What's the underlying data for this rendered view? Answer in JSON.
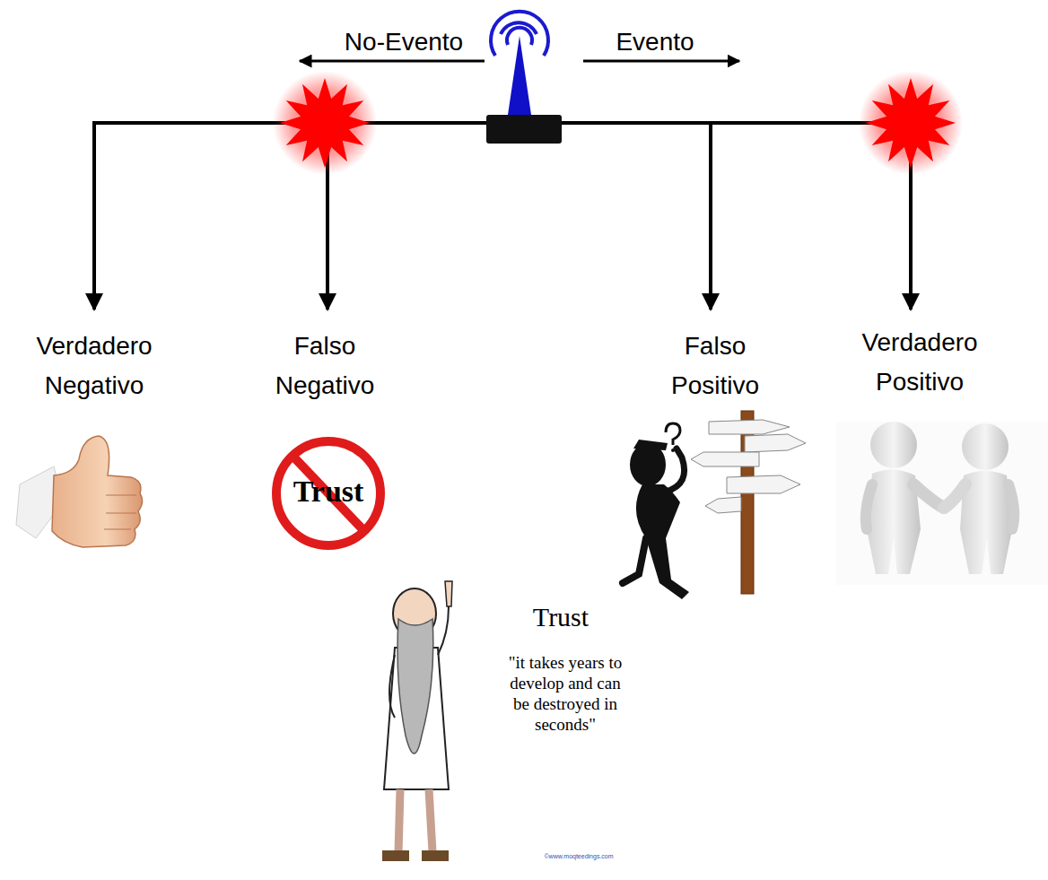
{
  "diagram": {
    "labels": [
      "No-Evento",
      "Evento",
      "Verdadero Negativo",
      "Falso Negativo",
      "Falso Positivo",
      "Verdadero Positivo",
      "Trust",
      "Trust",
      "\"it takes years to develop and can be destroyed in seconds\"",
      "©www.moqteedings.com"
    ]
  }
}
